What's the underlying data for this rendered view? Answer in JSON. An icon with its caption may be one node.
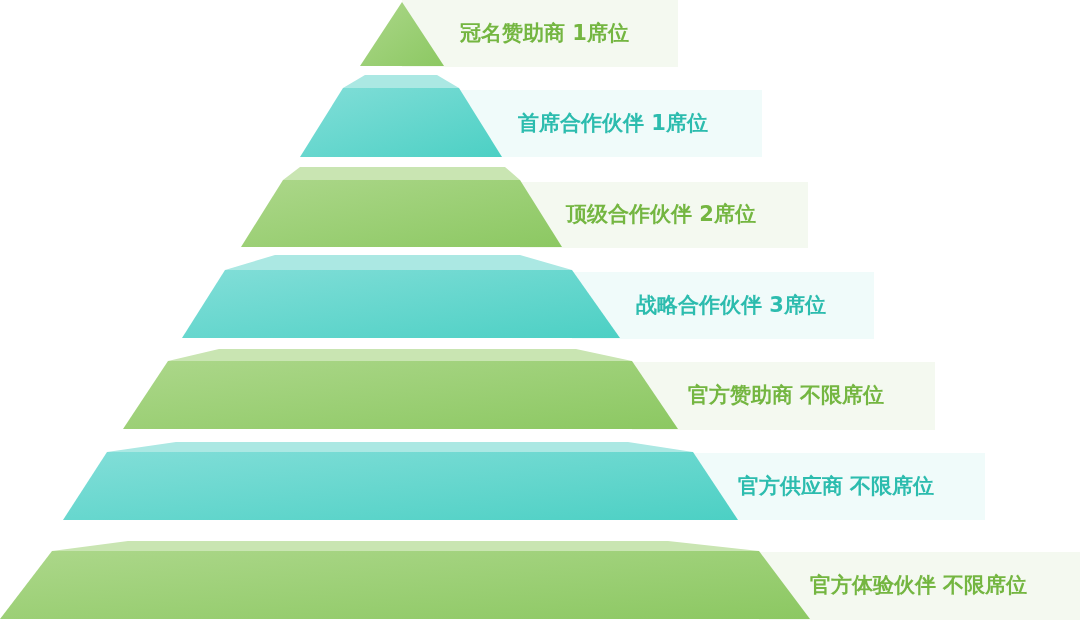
{
  "diagram": {
    "nodes": [
      {
        "text": [
          "冠名赞助商 1席位"
        ]
      },
      {
        "text": [
          "首席合作伙伴 1席位"
        ]
      },
      {
        "text": [
          "顶级合作伙伴 2席位"
        ]
      },
      {
        "text": [
          "战略合作伙伴 3席位"
        ]
      },
      {
        "text": [
          "官方赞助商 不限席位"
        ]
      },
      {
        "text": [
          "官方供应商 不限席位"
        ]
      },
      {
        "text": [
          "官方体验伙伴 不限席位"
        ]
      }
    ]
  }
}
